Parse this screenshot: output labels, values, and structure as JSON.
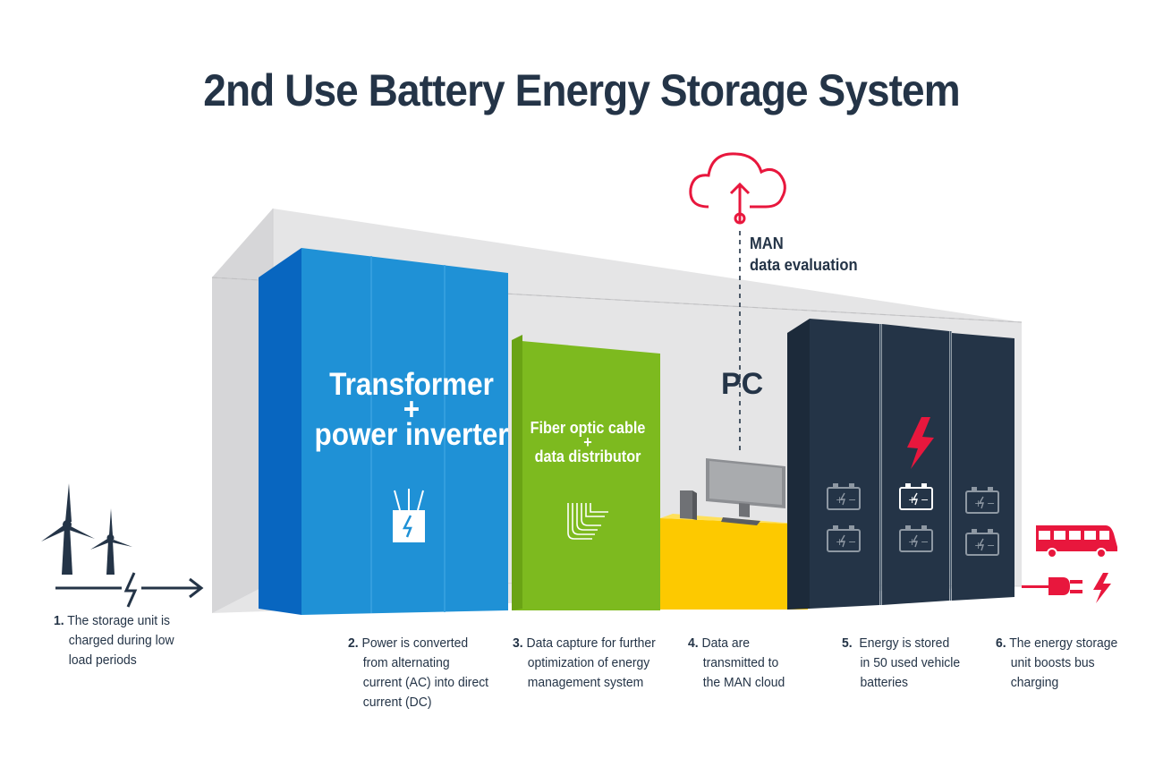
{
  "title": "2nd Use Battery Energy Storage System",
  "colors": {
    "dark_navy": "#243447",
    "blue": "#1f91d6",
    "blue_dark": "#0866c0",
    "green": "#7dba1f",
    "yellow": "#fdc900",
    "red": "#e8173d",
    "container_gray": "#e5e5e6"
  },
  "modules": {
    "transformer": {
      "caption_line1": "Transformer",
      "caption_line2": "+",
      "caption_line3": "power inverter",
      "icon": "transformer-icon"
    },
    "fiber": {
      "caption_line1": "Fiber optic cable",
      "caption_line2": "+",
      "caption_line3": "data distributor",
      "icon": "fiber-cable-icon"
    },
    "pc": {
      "label": "PC",
      "icon": "computer-monitor-icon"
    },
    "cloud": {
      "label_line1": "MAN",
      "label_line2": "data evaluation",
      "icon": "cloud-upload-icon"
    },
    "batteries": {
      "icon": "battery-icon",
      "bolt_icon": "lightning-bolt-icon"
    },
    "outputs": {
      "bus_icon": "bus-icon",
      "plug_icon": "plug-icon"
    },
    "source": {
      "icon": "wind-turbine-icon"
    }
  },
  "steps": [
    {
      "num": "1.",
      "line1": "The storage unit is",
      "line2": "charged during low",
      "line3": "load periods"
    },
    {
      "num": "2.",
      "line1": "Power is converted",
      "line2": "from alternating",
      "line3": "current (AC) into direct",
      "line4": "current (DC)"
    },
    {
      "num": "3.",
      "line1": "Data capture for further",
      "line2": "optimization of energy",
      "line3": "management system"
    },
    {
      "num": "4.",
      "line1": "Data are",
      "line2": "transmitted to",
      "line3": "the MAN cloud"
    },
    {
      "num": "5.",
      "line1": "Energy is stored",
      "line2": "in 50 used vehicle",
      "line3": "batteries"
    },
    {
      "num": "6.",
      "line1": "The energy storage",
      "line2": "unit boosts bus",
      "line3": "charging"
    }
  ]
}
